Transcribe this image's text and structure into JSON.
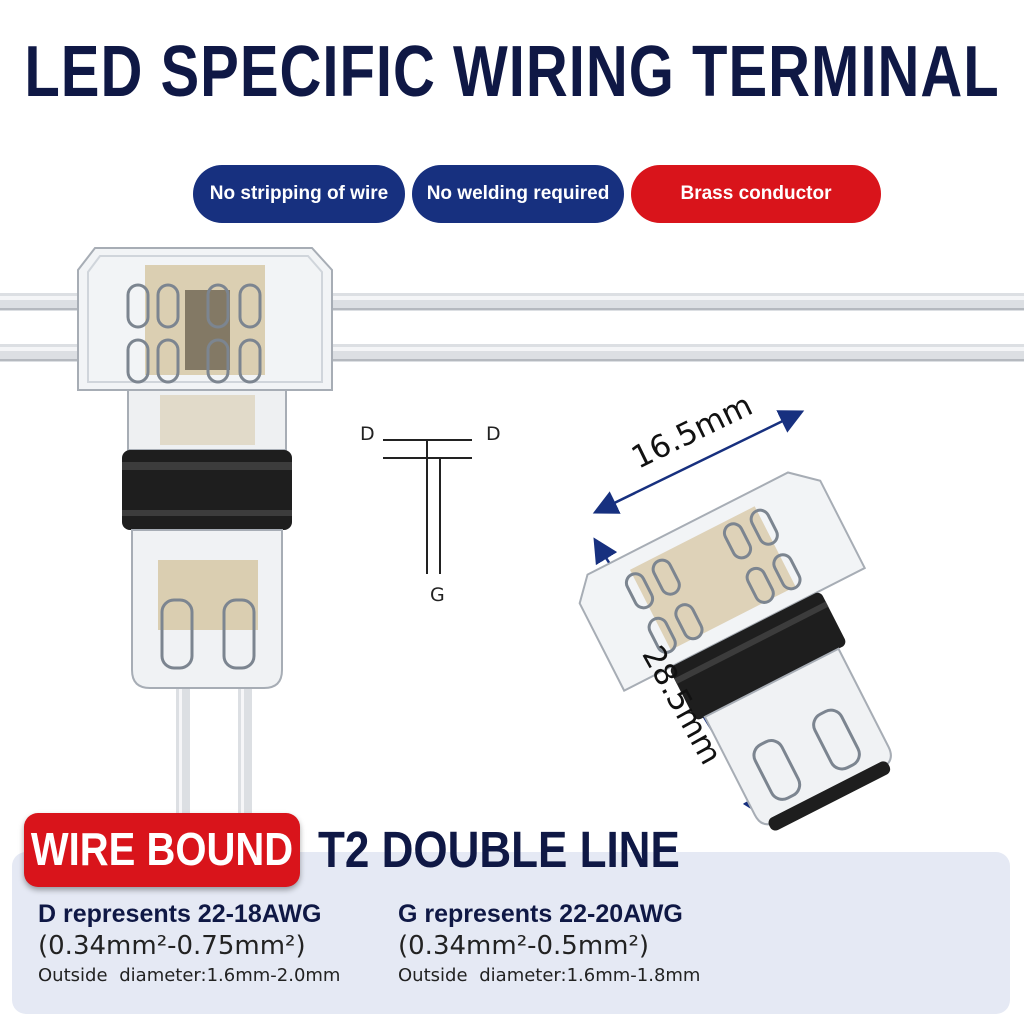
{
  "title": "LED SPECIFIC WIRING TERMINAL",
  "features": [
    {
      "label": "No stripping of wire",
      "color": "#17307f"
    },
    {
      "label": "No welding required",
      "color": "#17307f"
    },
    {
      "label": "Brass conductor",
      "color": "#d9141b"
    }
  ],
  "diagram": {
    "left_label": "D",
    "right_label": "D",
    "bottom_label": "G"
  },
  "dimensions": {
    "width": "16.5mm",
    "length": "28.5mm"
  },
  "badge": {
    "label": "WIRE BOUND",
    "model": "T2 DOUBLE LINE"
  },
  "specs": [
    {
      "heading": "D represents 22-18AWG",
      "metric": "(0.34mm²-0.75mm²)",
      "outside": "Outside diameter:1.6mm-2.0mm"
    },
    {
      "heading": "G represents 22-20AWG",
      "metric": "(0.34mm²-0.5mm²)",
      "outside": "Outside diameter:1.6mm-1.8mm"
    }
  ],
  "colors": {
    "navy": "#0f1845",
    "blue_pill": "#17307f",
    "red": "#d9141b",
    "panel": "#e5e9f4"
  }
}
